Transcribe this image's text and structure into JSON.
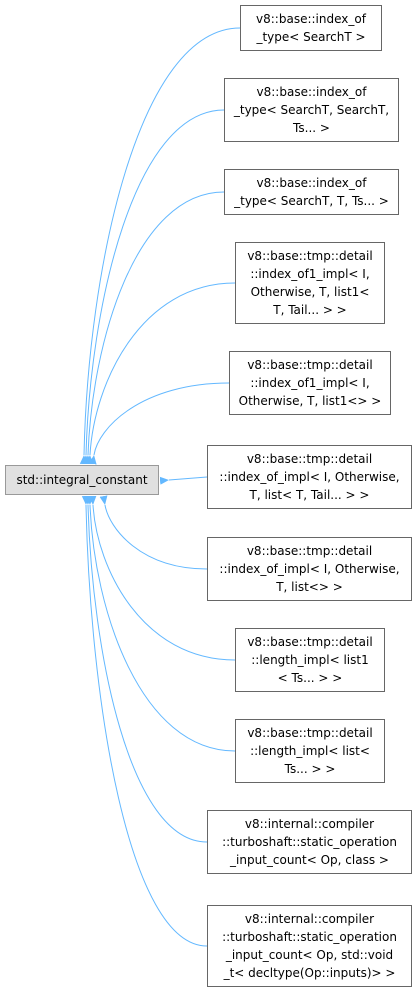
{
  "colors": {
    "edge": "#63b8ff",
    "node_border": "#666666",
    "base_fill": "#e0e0e0"
  },
  "base": {
    "label": "std::integral_constant"
  },
  "nodes": [
    {
      "lines": [
        "v8::base::index_of",
        "_type< SearchT >"
      ]
    },
    {
      "lines": [
        "v8::base::index_of",
        "_type< SearchT, SearchT,",
        "Ts... >"
      ]
    },
    {
      "lines": [
        "v8::base::index_of",
        "_type< SearchT, T, Ts... >"
      ]
    },
    {
      "lines": [
        "v8::base::tmp::detail",
        "::index_of1_impl< I,",
        "Otherwise, T, list1<",
        "T, Tail... > >"
      ]
    },
    {
      "lines": [
        "v8::base::tmp::detail",
        "::index_of1_impl< I,",
        "Otherwise, T, list1<> >"
      ]
    },
    {
      "lines": [
        "v8::base::tmp::detail",
        "::index_of_impl< I, Otherwise,",
        "T, list< T, Tail... > >"
      ]
    },
    {
      "lines": [
        "v8::base::tmp::detail",
        "::index_of_impl< I, Otherwise,",
        "T, list<> >"
      ]
    },
    {
      "lines": [
        "v8::base::tmp::detail",
        "::length_impl< list1",
        "< Ts... > >"
      ]
    },
    {
      "lines": [
        "v8::base::tmp::detail",
        "::length_impl< list<",
        "Ts... > >"
      ]
    },
    {
      "lines": [
        "v8::internal::compiler",
        "::turboshaft::static_operation",
        "_input_count< Op, class >"
      ]
    },
    {
      "lines": [
        "v8::internal::compiler",
        "::turboshaft::static_operation",
        "_input_count< Op, std::void",
        "_t< decltype(Op::inputs)> >"
      ]
    }
  ]
}
